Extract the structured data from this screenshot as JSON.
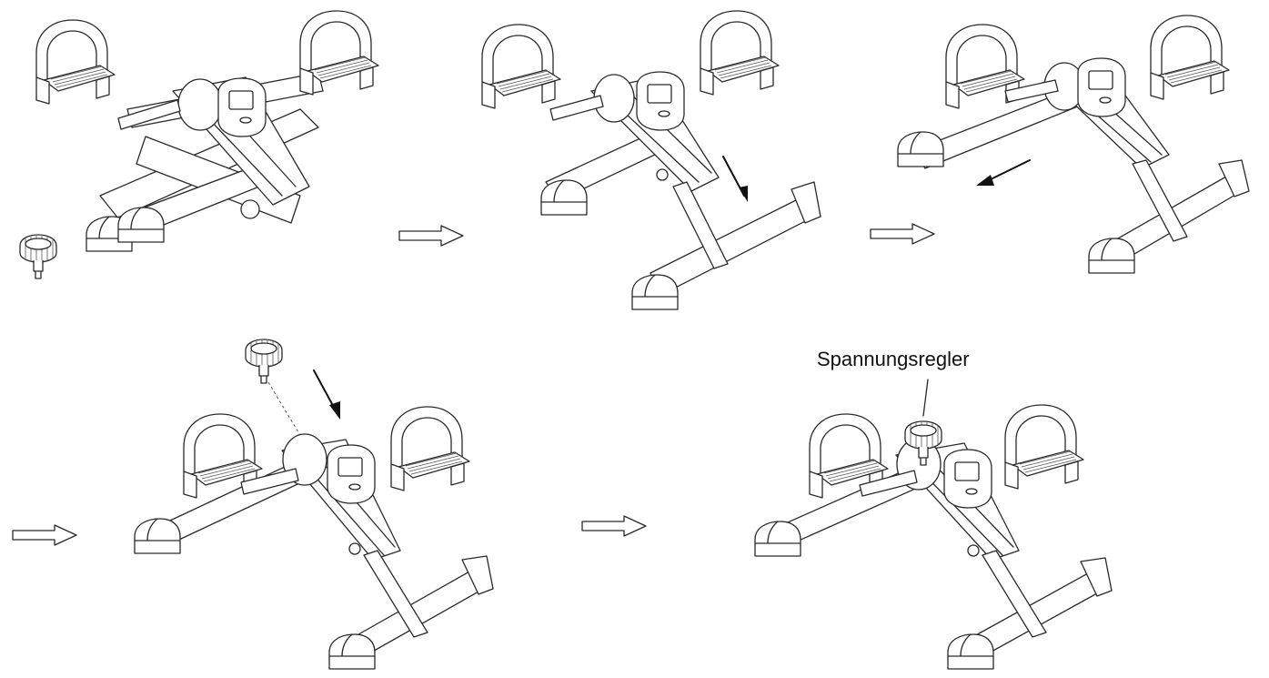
{
  "diagram": {
    "steps": [
      {
        "id": 1,
        "state": "folded"
      },
      {
        "id": 2,
        "state": "unfold front stabilizer"
      },
      {
        "id": 3,
        "state": "unfold rear stabilizer"
      },
      {
        "id": 4,
        "state": "insert tension knob"
      },
      {
        "id": 5,
        "state": "assembled"
      }
    ],
    "callout_label": "Spannungsregler",
    "colors": {
      "line": "#2a2a2a",
      "arrow": "#111111",
      "background": "#ffffff"
    },
    "icons": [
      "hollow-right-arrow-icon",
      "solid-direction-arrow-icon",
      "tension-knob-icon"
    ]
  }
}
